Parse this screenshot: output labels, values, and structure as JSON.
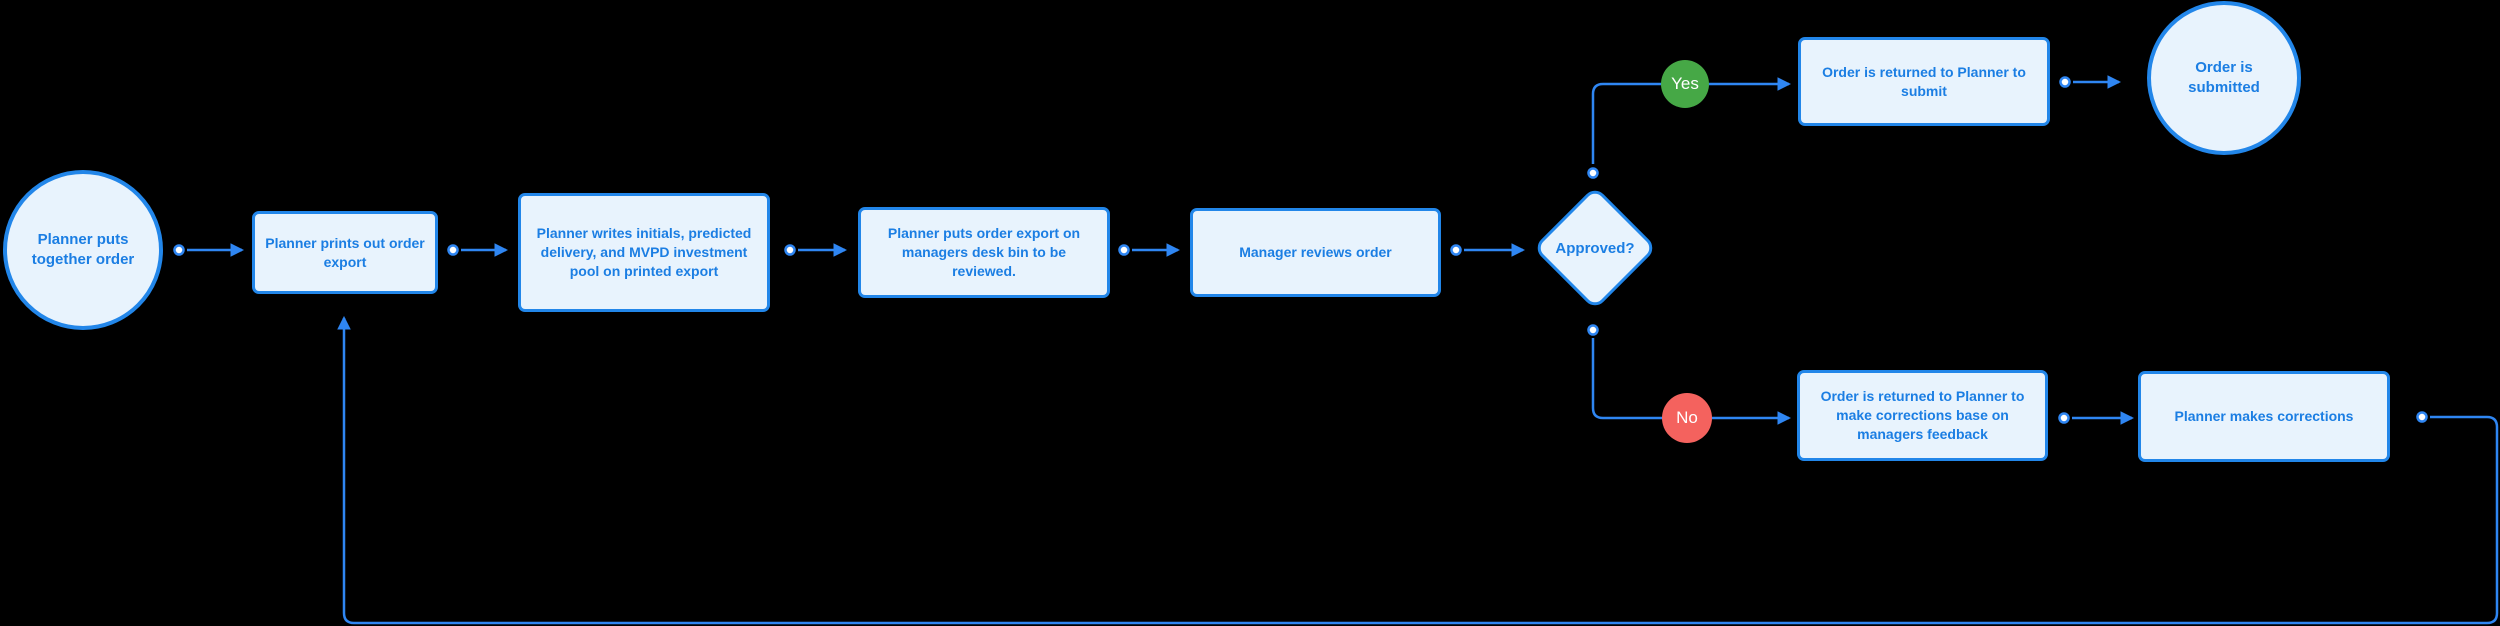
{
  "diagram": {
    "nodes": {
      "start": {
        "type": "circle",
        "label": "Planner puts together order"
      },
      "print_export": {
        "type": "process",
        "label": "Planner prints out order export"
      },
      "write_initials": {
        "type": "process",
        "label": "Planner writes initials, predicted delivery, and MVPD investment pool on printed export"
      },
      "desk_bin": {
        "type": "process",
        "label": "Planner puts order export on managers desk bin to be reviewed."
      },
      "manager_reviews": {
        "type": "process",
        "label": "Manager reviews order"
      },
      "approved": {
        "type": "decision",
        "label": "Approved?"
      },
      "return_to_submit": {
        "type": "process",
        "label": "Order is returned to Planner to submit"
      },
      "order_submitted": {
        "type": "circle",
        "label": "Order is submitted"
      },
      "return_corrections": {
        "type": "process",
        "label": "Order is returned to Planner to make corrections base on managers feedback"
      },
      "make_corrections": {
        "type": "process",
        "label": "Planner makes corrections"
      }
    },
    "branch_labels": {
      "yes": "Yes",
      "no": "No"
    },
    "colors": {
      "background": "#000000",
      "node_fill": "#e8f3fd",
      "node_border": "#2286e9",
      "node_text": "#1b7ee3",
      "connector": "#2f86f2",
      "yes_badge": "#46a846",
      "no_badge": "#f4625e",
      "badge_text": "#ffffff"
    }
  }
}
